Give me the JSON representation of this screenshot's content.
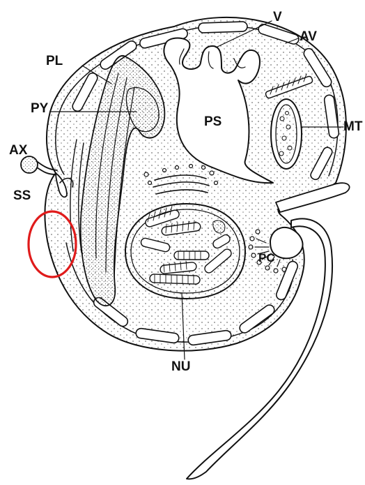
{
  "diagram": {
    "labels": {
      "v": "V",
      "av": "AV",
      "pl": "PL",
      "py": "PY",
      "ps": "PS",
      "mt": "MT",
      "ax": "AX",
      "ss": "SS",
      "pc": "PC",
      "nu": "NU"
    },
    "colors": {
      "ink": "#111111",
      "stipple": "#333333",
      "highlight": "#e01b1b",
      "background": "#ffffff"
    }
  }
}
